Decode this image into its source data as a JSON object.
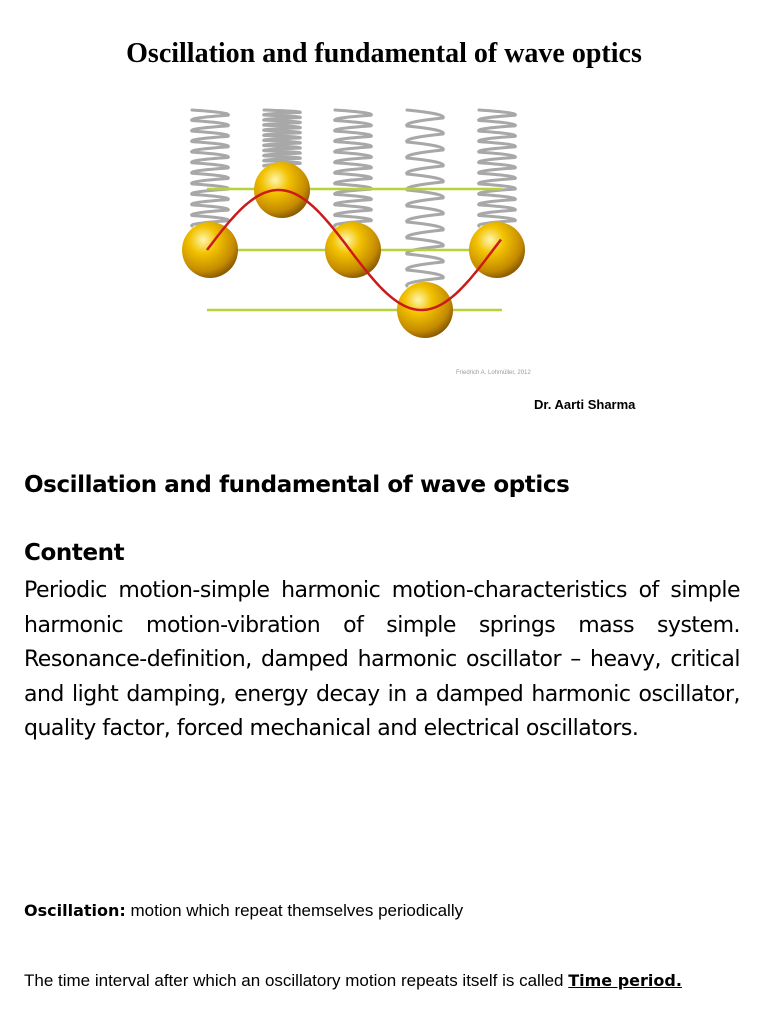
{
  "title": "Oscillation and fundamental of wave optics",
  "figure": {
    "credit": "Friedrich A. Lohmüller, 2012",
    "colors": {
      "spring": "#b5b5b5",
      "mass": "#e6a800",
      "guide_line": "#b6d43a",
      "wave": "#cc1a1a"
    }
  },
  "author": "Dr. Aarti Sharma",
  "section_heading": "Oscillation and fundamental of wave optics",
  "content": {
    "label": "Content",
    "body": "Periodic motion-simple harmonic motion-characteristics of simple harmonic  motion-vibration of simple springs mass system. Resonance-definition, damped harmonic oscillator – heavy, critical and light damping, energy decay in a damped harmonic oscillator, quality factor, forced mechanical and electrical oscillators."
  },
  "oscillation": {
    "term": "Oscillation:",
    "definition": " motion which repeat themselves periodically"
  },
  "time_period": {
    "text": "The time interval after which an oscillatory motion repeats itself is called ",
    "term": "Time period."
  }
}
